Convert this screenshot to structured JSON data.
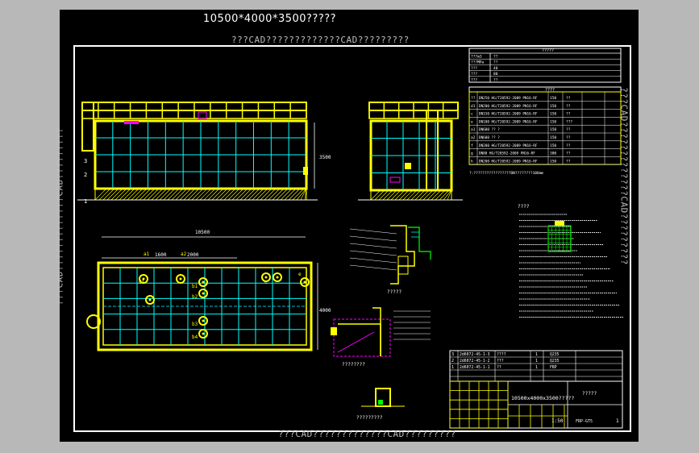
{
  "drawing": {
    "title": "10500*4000*3500?????",
    "watermark": "???CAD?????????????CAD?????????"
  },
  "spec_table": {
    "header": "?????",
    "rows": [
      {
        "label": "???m3",
        "value": "??"
      },
      {
        "label": "???MPa",
        "value": "??"
      },
      {
        "label": "???",
        "value": "40"
      },
      {
        "label": "???",
        "value": "80"
      },
      {
        "label": "???",
        "value": "??"
      }
    ]
  },
  "nozzle_table": {
    "header": "????",
    "rows": [
      {
        "id": "??",
        "spec": "DN250 HG/T20592-2009 PN16-RF",
        "len": "150",
        "use": "??"
      },
      {
        "id": "d1",
        "spec": "DN200 HG/T20592-2009 PN16-RF",
        "len": "150",
        "use": "??"
      },
      {
        "id": "c",
        "spec": "DN150 HG/T20592-2009 PN16-RF",
        "len": "150",
        "use": "??"
      },
      {
        "id": "e",
        "spec": "DN100 HG/T20592-2009 PN16-RF",
        "len": "150",
        "use": "???"
      },
      {
        "id": "a1",
        "spec": "DN600 ?? ?",
        "len": "150",
        "use": "??"
      },
      {
        "id": "a2",
        "spec": "DN600 ?? ?",
        "len": "150",
        "use": "??"
      },
      {
        "id": "f",
        "spec": "DN200 HG/T20592-2009 PN16-RF",
        "len": "150",
        "use": "??"
      },
      {
        "id": "g",
        "spec": "DN80 HG/T20592-2009 PN16-RF",
        "len": "300",
        "use": "??"
      },
      {
        "id": "h",
        "spec": "DN200 HG/T20592-2009 PN16-RF",
        "len": "150",
        "use": "??"
      }
    ],
    "note": "?:?????????????????DN????????100mm"
  },
  "parts_list": [
    {
      "no": "3",
      "code": "2d6072-45-1-3",
      "name": "????",
      "qty": "1",
      "material": "Q235"
    },
    {
      "no": "2",
      "code": "2d6072-45-1-2",
      "name": "???",
      "qty": "1",
      "material": "Q235"
    },
    {
      "no": "1",
      "code": "2d6072-45-1-1",
      "name": "??",
      "qty": "1",
      "material": "FRP"
    }
  ],
  "title_block": {
    "name": "10500x4000x3500?????",
    "company": "?????",
    "scale": "1:50",
    "sheet": "1",
    "drawing_no": "FRP-GT5"
  },
  "labels": {
    "dim_length": "10500",
    "dim_width": "4000",
    "dim_2000": "2000",
    "dim_1600": "1600",
    "dim_3500": "3500",
    "nozzle_a1": "a1",
    "nozzle_a2": "a2",
    "nozzle_b1": "b1",
    "nozzle_b2": "b2",
    "nozzle_b3": "b3",
    "nozzle_b4": "b4",
    "nozzle_c": "c",
    "nozzle_d1": "d1",
    "nozzle_e": "e",
    "level_1": "1",
    "level_2": "2",
    "level_3": "3",
    "detail_1": "?????",
    "detail_2": "????????",
    "detail_3": "?????",
    "detail_4": "?????????",
    "tech_req": "????"
  },
  "colors": {
    "background": "#000000",
    "frame": "#ffffff",
    "tank": "#ffff00",
    "grid": "#00ffff",
    "annotation": "#ff00ff",
    "fill": "#00ff00"
  }
}
